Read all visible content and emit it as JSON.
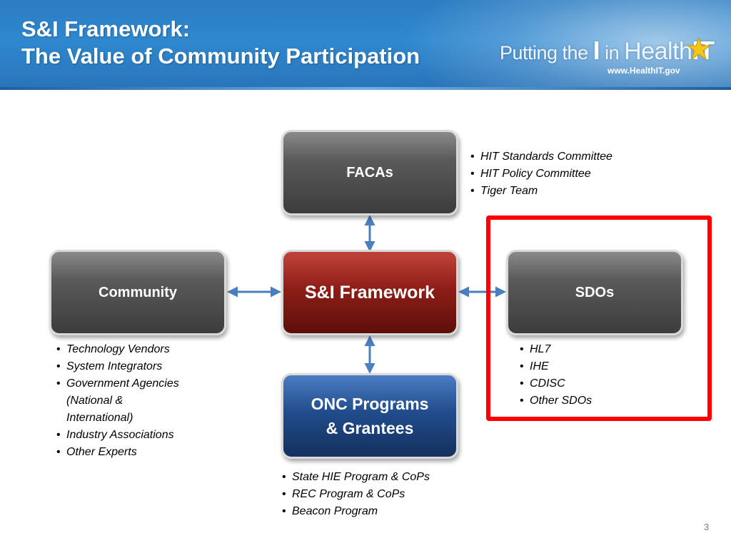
{
  "header": {
    "title_line1": "S&I Framework:",
    "title_line2": "The Value of Community Participation",
    "logo_text_pre": "Putting the ",
    "logo_text_i": "I",
    "logo_text_in": " in ",
    "logo_text_health": "Health",
    "logo_text_it": "IT",
    "logo_url": "www.HealthIT.gov"
  },
  "nodes": {
    "facas": "FACAs",
    "community": "Community",
    "framework": "S&I Framework",
    "sdos": "SDOs",
    "onc": "ONC Programs & Grantees"
  },
  "lists": {
    "facas": [
      "HIT Standards Committee",
      "HIT Policy Committee",
      "Tiger Team"
    ],
    "community": [
      "Technology Vendors",
      "System Integrators",
      "Government Agencies",
      "(National &",
      "International)",
      "Industry Associations",
      "Other Experts"
    ],
    "sdos": [
      "HL7",
      "IHE",
      "CDISC",
      "Other SDOs"
    ],
    "onc": [
      "State HIE Program & CoPs",
      "REC Program & CoPs",
      "Beacon Program"
    ]
  },
  "colors": {
    "header_blue": "#2f88cf",
    "node_gray": "#4a4a4a",
    "framework_red": "#8e1e17",
    "onc_blue": "#214d8c",
    "arrow_blue": "#4a7ebf",
    "highlight_red": "#ff0000"
  },
  "page_number": "3"
}
